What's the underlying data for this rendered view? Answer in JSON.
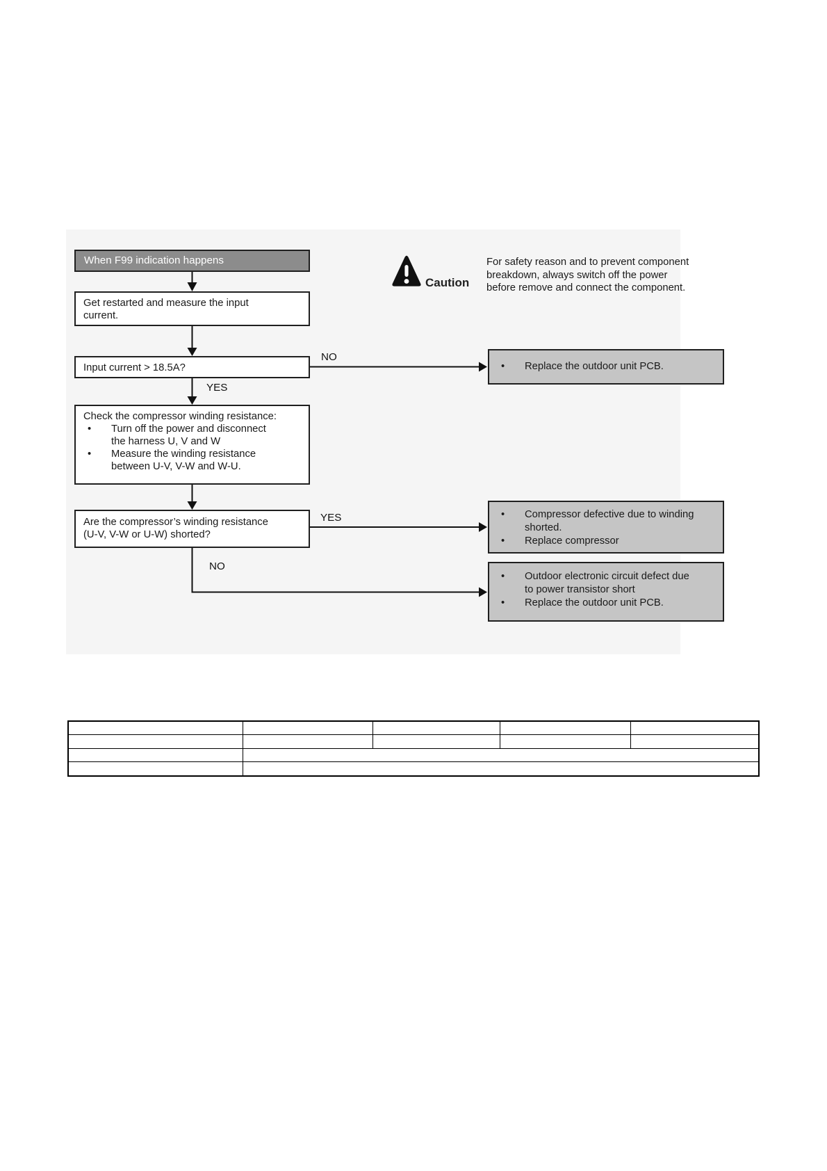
{
  "page": {
    "background": "#ffffff",
    "panel_tint": "#f5f5f5"
  },
  "caution": {
    "icon": "warning-triangle-icon",
    "label": "Caution",
    "lines": [
      "For safety reason and to prevent component",
      "breakdown, always switch off the power",
      "before remove and connect the component."
    ]
  },
  "flowchart": {
    "colors": {
      "header_fill": "#8c8c8c",
      "header_text": "#ffffff",
      "result_fill": "#c5c5c5",
      "box_border": "#1f1f1f",
      "connector": "#111111"
    },
    "start": {
      "label": "When F99 indication happens"
    },
    "step_restart": {
      "lines": [
        "Get restarted and measure the input",
        "current."
      ]
    },
    "decision_current": {
      "label": "Input current > 18.5A?",
      "no_label": "NO",
      "yes_label": "YES"
    },
    "step_check": {
      "title": "Check the compressor winding resistance:",
      "bullets": [
        {
          "lines": [
            "Turn off the power and disconnect",
            "the harness U, V and W"
          ]
        },
        {
          "lines": [
            "Measure the winding resistance",
            "between U-V, V-W and W-U."
          ]
        }
      ]
    },
    "decision_shorted": {
      "lines": [
        "Are the compressor’s winding resistance",
        "(U-V, V-W or U-W) shorted?"
      ],
      "yes_label": "YES",
      "no_label": "NO"
    },
    "results": [
      {
        "bullets": [
          {
            "lines": [
              "Replace the outdoor unit PCB."
            ]
          }
        ]
      },
      {
        "bullets": [
          {
            "lines": [
              "Compressor defective due to winding",
              "shorted."
            ]
          },
          {
            "lines": [
              "Replace compressor"
            ]
          }
        ]
      },
      {
        "bullets": [
          {
            "lines": [
              "Outdoor electronic circuit defect due",
              "to power transistor short"
            ]
          },
          {
            "lines": [
              "Replace the outdoor unit PCB."
            ]
          }
        ]
      }
    ]
  },
  "table": {
    "rows": [
      {
        "cells": [
          "",
          "",
          "",
          "",
          ""
        ]
      },
      {
        "cells": [
          "",
          "",
          "",
          "",
          ""
        ]
      },
      {
        "cells": [
          "",
          ""
        ]
      },
      {
        "cells": [
          "",
          ""
        ]
      }
    ]
  }
}
